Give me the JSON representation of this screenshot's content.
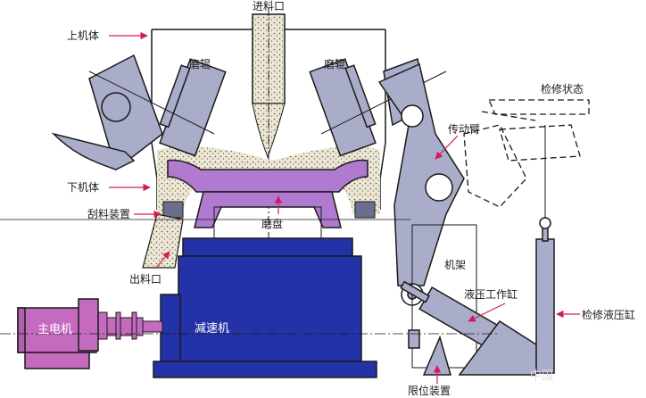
{
  "labels": {
    "feed_inlet": "进料口",
    "upper_body": "上机体",
    "roller_left": "磨辊",
    "roller_right": "磨辊",
    "maintenance_state": "检修状态",
    "drive_arm": "传动臂",
    "lower_body": "下机体",
    "scraper": "刮料装置",
    "grinding_disc": "磨盘",
    "discharge_outlet": "出料口",
    "frame": "机架",
    "hydraulic_cylinder": "液压工作缸",
    "maintenance_cylinder": "检修液压缸",
    "main_motor": "主电机",
    "reducer": "减速机",
    "limit_device": "限位装置",
    "watermark": "中国"
  },
  "colors": {
    "roller_fill": "#a9adc9",
    "disc_fill": "#b07ad0",
    "reducer_fill": "#2432a8",
    "motor_fill": "#c46bc0",
    "arrow": "#d21c5a",
    "line": "#1a1a1a",
    "material": "#ede6d2"
  }
}
